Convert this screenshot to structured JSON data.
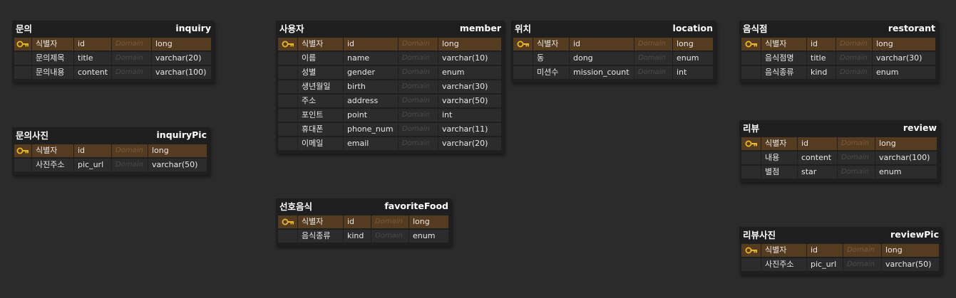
{
  "colors": {
    "background": "#2b2b2b",
    "entity": "#1f1f1f",
    "pk_row": "#553b20",
    "cell": "#2c2c2c",
    "key_icon": "#e8b923"
  },
  "entities": [
    {
      "id": "inquiry",
      "logical": "문의",
      "physical": "inquiry",
      "columns": [
        {
          "logical": "식별자",
          "physical": "id",
          "domain": "Domain",
          "type": "long",
          "pk": true
        },
        {
          "logical": "문의제목",
          "physical": "title",
          "domain": "Domain",
          "type": "varchar(20)"
        },
        {
          "logical": "문의내용",
          "physical": "content",
          "domain": "Domain",
          "type": "varchar(100)"
        }
      ]
    },
    {
      "id": "inquiryPic",
      "logical": "문의사진",
      "physical": "inquiryPic",
      "columns": [
        {
          "logical": "식별자",
          "physical": "id",
          "domain": "Domain",
          "type": "long",
          "pk": true
        },
        {
          "logical": "사진주소",
          "physical": "pic_url",
          "domain": "Domain",
          "type": "varchar(50)"
        }
      ]
    },
    {
      "id": "member",
      "logical": "사용자",
      "physical": "member",
      "columns": [
        {
          "logical": "식별자",
          "physical": "id",
          "domain": "Domain",
          "type": "long",
          "pk": true
        },
        {
          "logical": "이름",
          "physical": "name",
          "domain": "Domain",
          "type": "varchar(10)"
        },
        {
          "logical": "성별",
          "physical": "gender",
          "domain": "Domain",
          "type": "enum"
        },
        {
          "logical": "생년월일",
          "physical": "birth",
          "domain": "Domain",
          "type": "varchar(30)"
        },
        {
          "logical": "주소",
          "physical": "address",
          "domain": "Domain",
          "type": "varchar(50)"
        },
        {
          "logical": "포인트",
          "physical": "point",
          "domain": "Domain",
          "type": "int"
        },
        {
          "logical": "휴대폰",
          "physical": "phone_num",
          "domain": "Domain",
          "type": "varchar(11)"
        },
        {
          "logical": "이메일",
          "physical": "email",
          "domain": "Domain",
          "type": "varchar(20)"
        }
      ]
    },
    {
      "id": "favoriteFood",
      "logical": "선호음식",
      "physical": "favoriteFood",
      "columns": [
        {
          "logical": "식별자",
          "physical": "id",
          "domain": "Domain",
          "type": "long",
          "pk": true
        },
        {
          "logical": "음식종류",
          "physical": "kind",
          "domain": "Domain",
          "type": "enum"
        }
      ]
    },
    {
      "id": "location",
      "logical": "위치",
      "physical": "location",
      "columns": [
        {
          "logical": "식별자",
          "physical": "id",
          "domain": "Domain",
          "type": "long",
          "pk": true
        },
        {
          "logical": "동",
          "physical": "dong",
          "domain": "Domain",
          "type": "enum"
        },
        {
          "logical": "미션수",
          "physical": "mission_count",
          "domain": "Domain",
          "type": "int"
        }
      ]
    },
    {
      "id": "restorant",
      "logical": "음식점",
      "physical": "restorant",
      "columns": [
        {
          "logical": "식별자",
          "physical": "id",
          "domain": "Domain",
          "type": "long",
          "pk": true
        },
        {
          "logical": "음식점명",
          "physical": "title",
          "domain": "Domain",
          "type": "varchar(30)"
        },
        {
          "logical": "음식종류",
          "physical": "kind",
          "domain": "Domain",
          "type": "enum"
        }
      ]
    },
    {
      "id": "review",
      "logical": "리뷰",
      "physical": "review",
      "columns": [
        {
          "logical": "식별자",
          "physical": "id",
          "domain": "Domain",
          "type": "long",
          "pk": true
        },
        {
          "logical": "내용",
          "physical": "content",
          "domain": "Domain",
          "type": "varchar(100)"
        },
        {
          "logical": "별점",
          "physical": "star",
          "domain": "Domain",
          "type": "enum"
        }
      ]
    },
    {
      "id": "reviewPic",
      "logical": "리뷰사진",
      "physical": "reviewPic",
      "columns": [
        {
          "logical": "식별자",
          "physical": "id",
          "domain": "Domain",
          "type": "long",
          "pk": true
        },
        {
          "logical": "사진주소",
          "physical": "pic_url",
          "domain": "Domain",
          "type": "varchar(50)"
        }
      ]
    }
  ]
}
